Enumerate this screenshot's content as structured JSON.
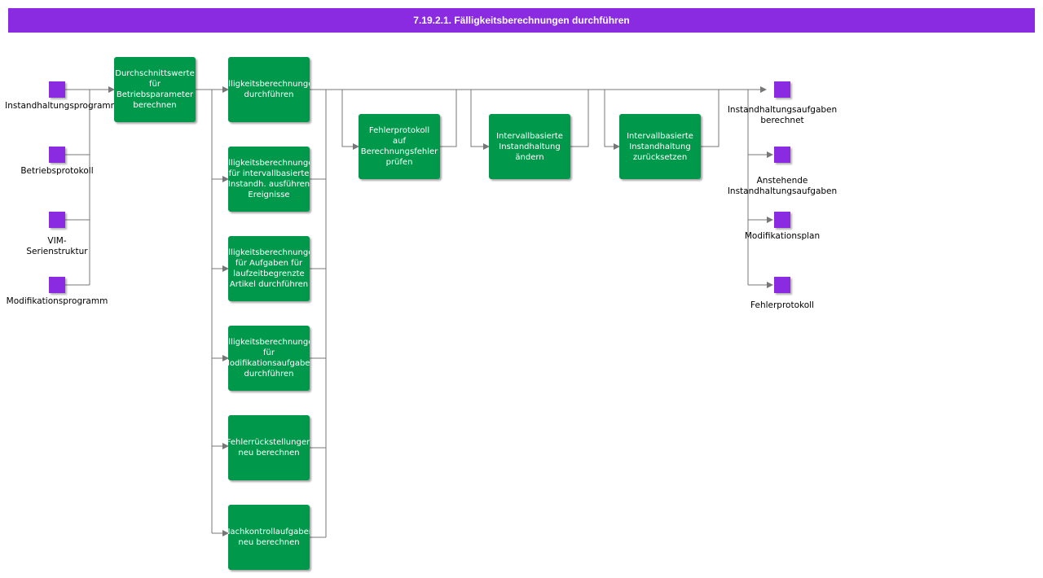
{
  "title": "7.19.2.1. Fälligkeitsberechnungen durchführen",
  "colors": {
    "title_bar": "#8a2be2",
    "activity": "#00994c",
    "io_square": "#8a2be2",
    "connector": "#777777"
  },
  "inputs": [
    "Instandhaltungsprogramm",
    "Betriebsprotokoll",
    "VIM-\nSerienstruktur",
    "Modifikationsprogramm"
  ],
  "activities": {
    "avg": "Durchschnittswerte\nfür\nBetriebsparameter\nberechnen",
    "due_main": "Fälligkeitsberechnungen\ndurchführen",
    "due_interval": "Fälligkeitsberechnungen\nfür intervallbasierte\nInstandh. ausführen\nEreignisse",
    "due_runtime": "Fälligkeitsberechnungen\nfür Aufgaben für\nlaufzeitbegrenzte\nArtikel durchführen",
    "due_mod": "Fälligkeitsberechnungen\nfür\nModifikationsaufgaben\ndurchführen",
    "error_reserve": "Fehlerrückstellungen\nneu berechnen",
    "followup": "Nachkontrollaufgaben\nneu berechnen",
    "check_log": "Fehlerprotokoll\nauf\nBerechnungsfehler\nprüfen",
    "change_interval": "Intervallbasierte\nInstandhaltung\nändern",
    "reset_interval": "Intervallbasierte\nInstandhaltung\nzurücksetzen"
  },
  "outputs": [
    "Instandhaltungsaufgaben\nberechnet",
    "Anstehende\nInstandhaltungsaufgaben",
    "Modifikationsplan",
    "Fehlerprotokoll"
  ]
}
